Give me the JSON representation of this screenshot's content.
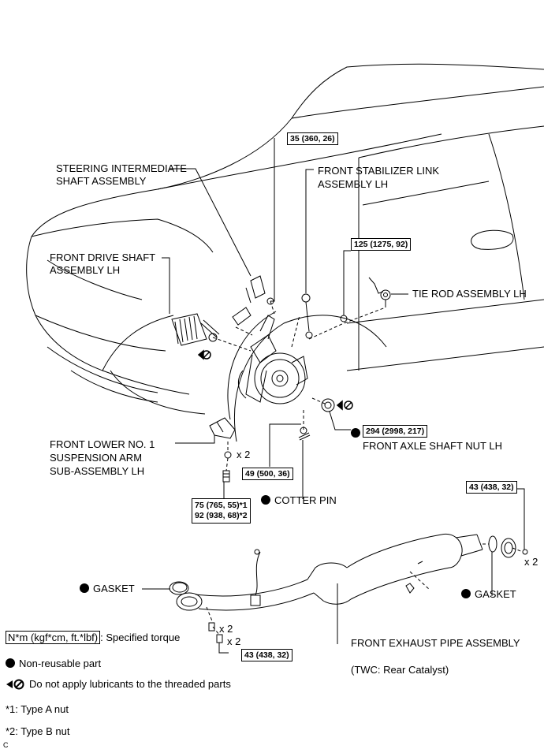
{
  "labels": {
    "steering_shaft_line1": "STEERING INTERMEDIATE",
    "steering_shaft_line2": "SHAFT ASSEMBLY",
    "front_drive_line1": "FRONT DRIVE SHAFT",
    "front_drive_line2": "ASSEMBLY LH",
    "stabilizer_line1": "FRONT STABILIZER LINK",
    "stabilizer_line2": "ASSEMBLY LH",
    "tie_rod": "TIE ROD ASSEMBLY LH",
    "lower_arm_line1": "FRONT LOWER NO. 1",
    "lower_arm_line2": "SUSPENSION ARM",
    "lower_arm_line3": "SUB-ASSEMBLY LH",
    "axle_nut": "FRONT AXLE SHAFT NUT LH",
    "cotter_pin": "COTTER PIN",
    "gasket_left": "GASKET",
    "gasket_right": "GASKET",
    "exhaust_pipe": "FRONT EXHAUST PIPE ASSEMBLY",
    "twc_note": "(TWC: Rear Catalyst)",
    "qty_lower_arm": "x 2",
    "qty_rear_nut": "x 2",
    "qty_front_1": "x 2",
    "qty_front_2": "x 2"
  },
  "torques": {
    "stabilizer_top": "35 (360, 26)",
    "tie_rod_nut": "125 (1275, 92)",
    "axle_nut": "294 (2998, 217)",
    "ball_joint_nut": "49 (500, 36)",
    "lower_arm_line1": "75 (765, 55)*1",
    "lower_arm_line2": "92 (938, 68)*2",
    "rear_flange": "43 (438, 32)",
    "front_flange": "43 (438, 32)"
  },
  "legend": {
    "torque_unit": "N*m (kgf*cm, ft.*lbf)",
    "torque_desc": ": Specified torque",
    "non_reusable": "Non-reusable part",
    "no_lubricant": "Do not apply lubricants to the threaded parts",
    "note1": "*1: Type A nut",
    "note2": "*2: Type B nut",
    "corner_mark": "C"
  }
}
